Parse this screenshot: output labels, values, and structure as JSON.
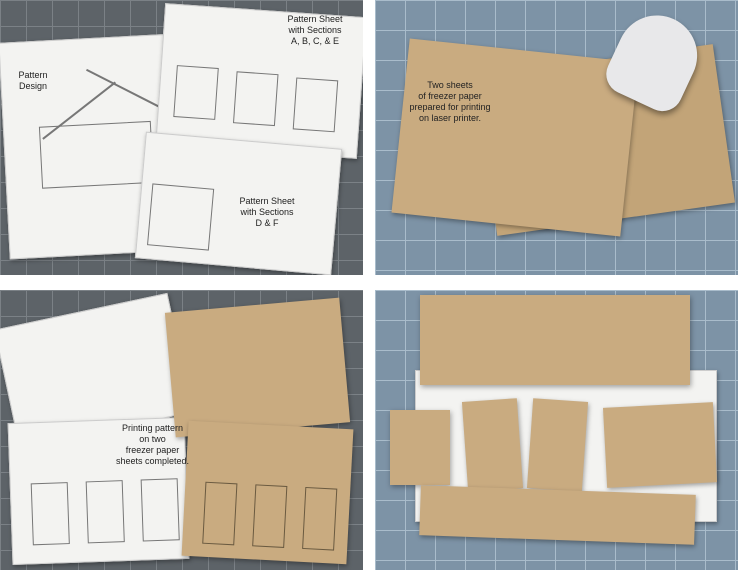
{
  "panels": {
    "top_left": {
      "labels": {
        "pattern_design": [
          "Pattern",
          "Design"
        ],
        "sheet_ace": [
          "Pattern Sheet",
          "with Sections",
          "A, B, C, & E"
        ],
        "sheet_df": [
          "Pattern Sheet",
          "with Sections",
          "D & F"
        ]
      }
    },
    "top_right": {
      "label": [
        "Two sheets",
        "of freezer paper",
        "prepared for printing",
        "on laser printer."
      ]
    },
    "bottom_left": {
      "label": [
        "Printing pattern",
        "on two",
        "freezer paper",
        "sheets completed."
      ]
    },
    "bottom_right": {}
  },
  "colors": {
    "mat": "#5d6368",
    "blue_mat": "#7d93a6",
    "freezer_paper": "#c9ab80",
    "paper": "#f3f3f1"
  }
}
